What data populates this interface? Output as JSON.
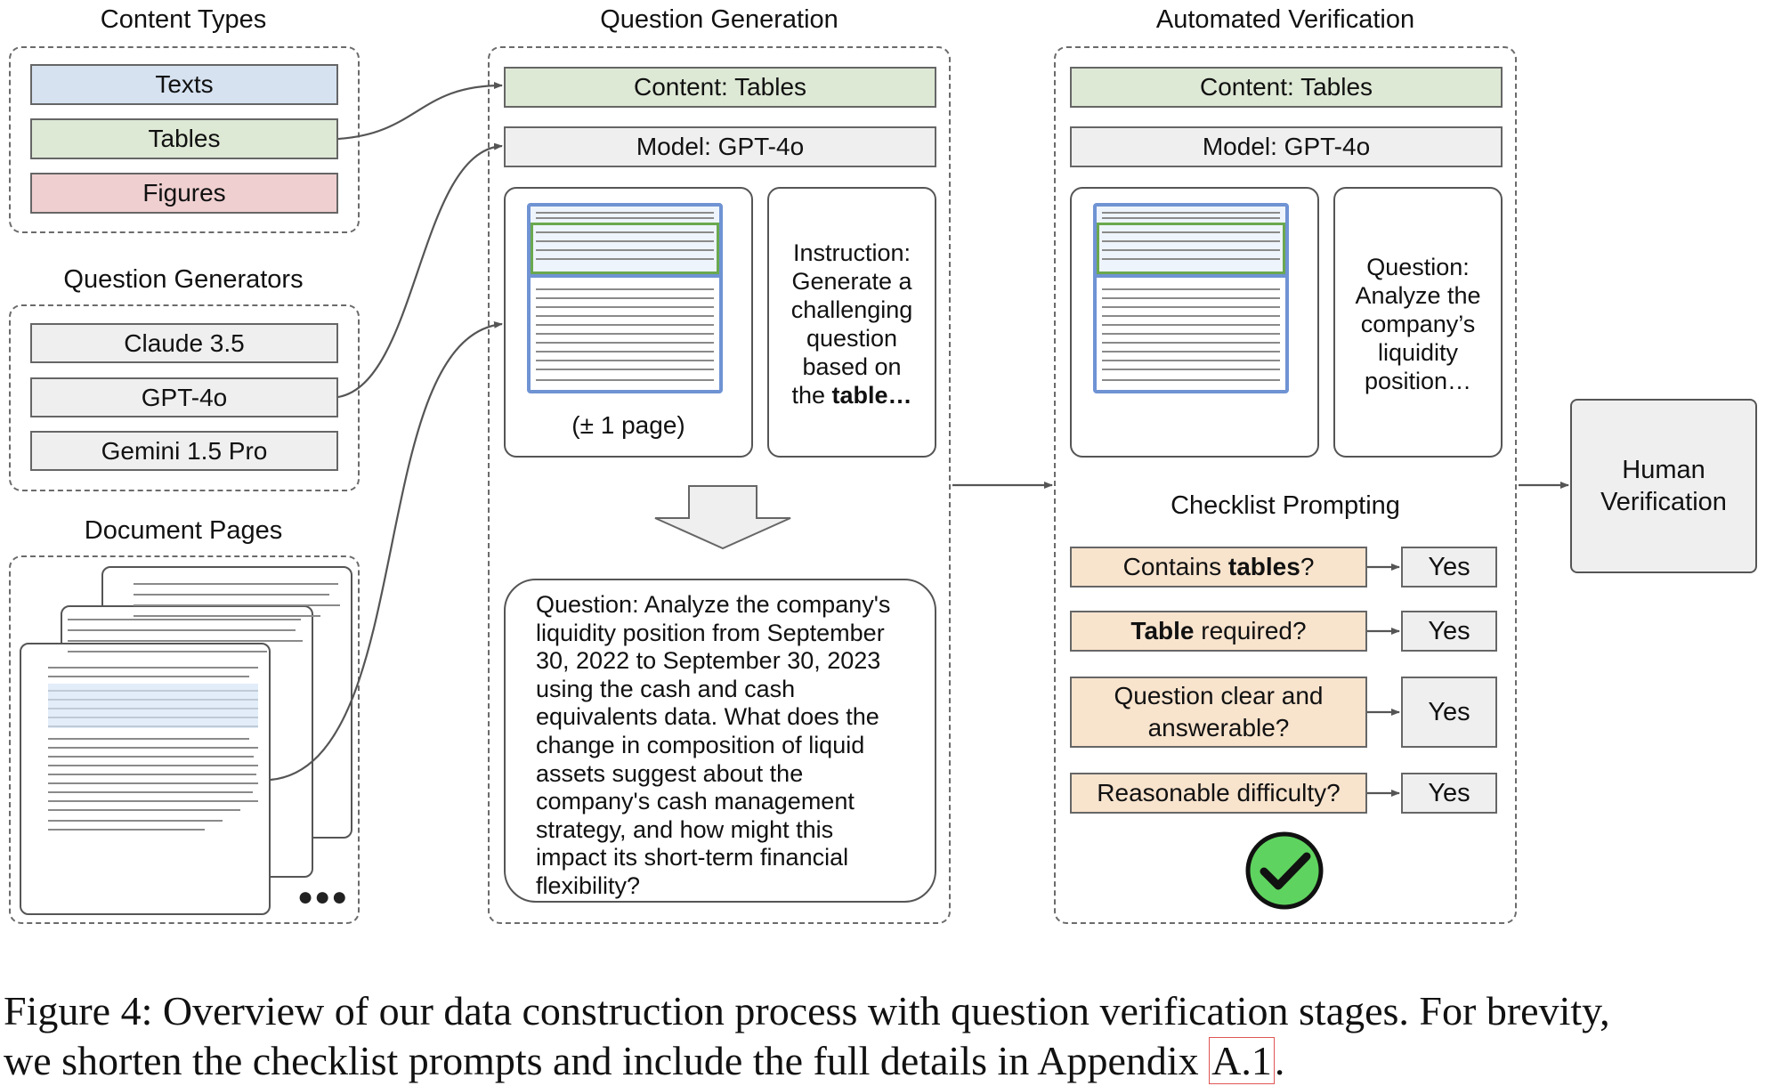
{
  "content_types": {
    "title": "Content Types",
    "items": [
      "Texts",
      "Tables",
      "Figures"
    ]
  },
  "question_generators": {
    "title": "Question Generators",
    "items": [
      "Claude 3.5",
      "GPT-4o",
      "Gemini 1.5 Pro"
    ]
  },
  "document_pages": {
    "title": "Document Pages"
  },
  "question_generation": {
    "title": "Question Generation",
    "content_label": "Content: Tables",
    "model_label": "Model: GPT-4o",
    "page_range": "(± 1 page)",
    "instruction_line1": "Instruction:",
    "instruction_line2": "Generate a",
    "instruction_line3": "challenging",
    "instruction_line4": "question",
    "instruction_line5": "based on",
    "instruction_prefix": "the ",
    "instruction_bold": "table…",
    "question_text": "Question: Analyze the company's liquidity position from September 30, 2022 to September 30, 2023 using the cash and cash equivalents data. What does the change in composition of liquid assets suggest about the company's cash management strategy, and how might this impact its short-term financial flexibility?"
  },
  "automated_verification": {
    "title": "Automated Verification",
    "content_label": "Content: Tables",
    "model_label": "Model: GPT-4o",
    "question_line1": "Question:",
    "question_line2": "Analyze the",
    "question_line3": "company’s",
    "question_line4": "liquidity",
    "question_line5": "position…",
    "checklist_title": "Checklist Prompting",
    "checks": [
      {
        "pre": "Contains ",
        "bold": "tables",
        "post": "?",
        "answer": "Yes"
      },
      {
        "pre": "",
        "bold": "Table",
        "post": " required?",
        "answer": "Yes"
      },
      {
        "pre": "Question clear and answerable?",
        "bold": "",
        "post": "",
        "answer": "Yes"
      },
      {
        "pre": "Reasonable difficulty?",
        "bold": "",
        "post": "",
        "answer": "Yes"
      }
    ]
  },
  "human_verification": {
    "line1": "Human",
    "line2": "Verification"
  },
  "caption": {
    "line1": "Figure 4: Overview of our data construction process with question verification stages. For brevity,",
    "line2_pre": "we shorten the checklist prompts and include the full details in Appendix ",
    "line2_ref": "A.1",
    "line2_post": "."
  },
  "colors": {
    "texts_fill": "#d6e2f0",
    "tables_fill": "#dde8d5",
    "figures_fill": "#efcfd0",
    "instruction_fill": "#fbf0c9",
    "question_fill": "#d9d2e7",
    "check_fill": "#f8e3cd",
    "success_green": "#5fd35f"
  }
}
